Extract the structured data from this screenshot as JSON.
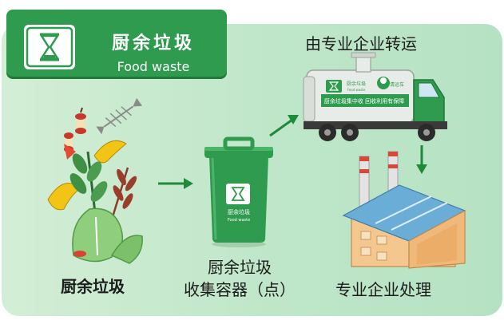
{
  "header": {
    "title": "厨余垃圾",
    "subtitle": "Food waste",
    "icon": "hourglass-icon"
  },
  "steps": {
    "source_label": "厨余垃圾",
    "container_label_line1": "厨余垃圾",
    "container_label_line2": "收集容器（点）",
    "transport_label": "由专业企业转运",
    "processing_label": "专业企业处理"
  },
  "bin": {
    "label": "厨余垃圾",
    "sublabel": "Food waste"
  },
  "truck": {
    "panel_label": "厨余垃圾",
    "panel_sublabel": "Food waste",
    "badge": "清运车",
    "side_text": "厨余垃圾集中收  回收利用有保障"
  },
  "colors": {
    "brand_green": "#2e9b4e",
    "dark_green": "#1f7a38",
    "panel_bg": "#c8eacf",
    "arrow_green": "#1e8b3a"
  }
}
